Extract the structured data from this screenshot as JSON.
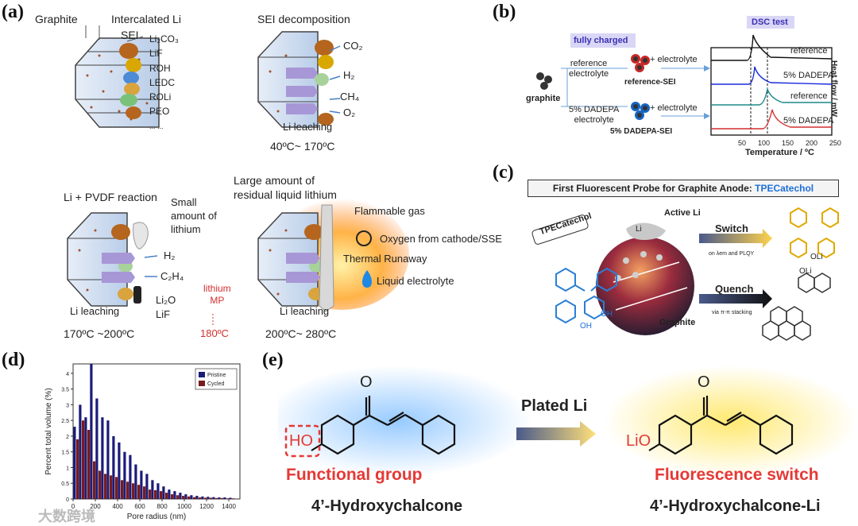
{
  "panel_a": {
    "label": "(a)",
    "s1": {
      "graphite": "Graphite",
      "intercalated": "Intercalated Li",
      "sei": "SEI",
      "species": [
        "Li₂CO₃",
        "LiF",
        "ROH",
        "LEDC",
        "ROLi",
        "PEO",
        "... ..."
      ]
    },
    "s2": {
      "title": "SEI decomposition",
      "gases": [
        "CO₂",
        "H₂",
        "CH₄",
        "O₂"
      ],
      "leach": "Li leaching",
      "temp": "40ºC~ 170ºC"
    },
    "s3": {
      "title": "Li + PVDF reaction",
      "small": [
        "Small",
        "amount of",
        "lithium"
      ],
      "h2": "H₂",
      "c2h4": "C₂H₄",
      "li2o": "Li₂O",
      "lif": "LiF",
      "leach": "Li leaching",
      "temp": "170ºC ~200ºC",
      "mp": [
        "lithium",
        "MP"
      ],
      "mpt": "180ºC"
    },
    "s4": {
      "large": [
        "Large amount of",
        "residual liquid lithium"
      ],
      "flam": "Flammable gas",
      "oxy": "Oxygen from cathode/SSE",
      "runaway": "Thermal Runaway",
      "liquid": "Liquid electrolyte",
      "leach": "Li leaching",
      "temp": "200ºC~ 280ºC"
    }
  },
  "panel_b": {
    "label": "(b)",
    "fully": "fully charged",
    "dsc": "DSC test",
    "graphite": "graphite",
    "ref_el": [
      "reference",
      "electrolyte"
    ],
    "ref_sei": "reference-SEI",
    "dad_el": [
      "5% DADEPA",
      "electrolyte"
    ],
    "dad_sei": "5% DADEPA-SEI",
    "plus": "+ electrolyte",
    "traces": [
      "reference",
      "5% DADEPA",
      "reference",
      "5% DADEPA"
    ],
    "xlabel": "Temperature / ºC",
    "ylabel": "Heat flow / mW",
    "xticks": [
      "50",
      "100",
      "150",
      "200",
      "250"
    ]
  },
  "panel_c": {
    "label": "(c)",
    "banner_pre": "First Fluorescent Probe for Graphite Anode: ",
    "banner_name": "TPECatechol",
    "probe": "TPECatechol",
    "active": "Active Li",
    "li": "Li",
    "graphite": "Graphite",
    "switch": "Switch",
    "switch_sub": "on λem and PLQY",
    "quench": "Quench",
    "quench_sub": "via π-π stacking",
    "oli": "OLi",
    "oh": "OH"
  },
  "panel_d": {
    "label": "(d)"
  },
  "panel_e": {
    "label": "(e)",
    "ho": "HO",
    "lio": "LiO",
    "o": "O",
    "plated": "Plated Li",
    "func": "Functional group",
    "switch": "Fluorescence switch",
    "name1": "4’-Hydroxychalcone",
    "name2": "4’-Hydroxychalcone-Li"
  },
  "watermark": "大数跨境",
  "chart_data": {
    "type": "bar",
    "xlabel": "Pore radius (nm)",
    "ylabel": "Percent total volume (%)",
    "ylim": [
      0,
      4.3
    ],
    "xlim": [
      0,
      1500
    ],
    "xticks": [
      0,
      200,
      400,
      600,
      800,
      1000,
      1200,
      1400
    ],
    "yticks": [
      0,
      0.5,
      1,
      1.5,
      2,
      2.5,
      3,
      3.5,
      4
    ],
    "legend_position": "top-right",
    "x": [
      25,
      75,
      125,
      175,
      225,
      275,
      325,
      375,
      425,
      475,
      525,
      575,
      625,
      675,
      725,
      775,
      825,
      875,
      925,
      975,
      1025,
      1075,
      1125,
      1175,
      1225,
      1275,
      1325,
      1375,
      1425
    ],
    "series": [
      {
        "name": "Pristine",
        "color": "#1b1b7a",
        "values": [
          2.3,
          3.0,
          2.6,
          4.3,
          3.2,
          2.6,
          2.5,
          2.0,
          1.8,
          1.5,
          1.4,
          1.1,
          0.9,
          0.8,
          0.6,
          0.5,
          0.4,
          0.3,
          0.25,
          0.2,
          0.15,
          0.12,
          0.1,
          0.08,
          0.07,
          0.06,
          0.05,
          0.05,
          0.04
        ]
      },
      {
        "name": "Cycled",
        "color": "#7a1b1b",
        "values": [
          1.9,
          2.5,
          2.2,
          1.2,
          0.9,
          0.8,
          0.75,
          0.7,
          0.6,
          0.55,
          0.5,
          0.45,
          0.4,
          0.3,
          0.28,
          0.25,
          0.2,
          0.15,
          0.12,
          0.1,
          0.08,
          0.06,
          0.05,
          0.04,
          0.04,
          0.03,
          0.03,
          0.02,
          0.02
        ]
      }
    ]
  }
}
